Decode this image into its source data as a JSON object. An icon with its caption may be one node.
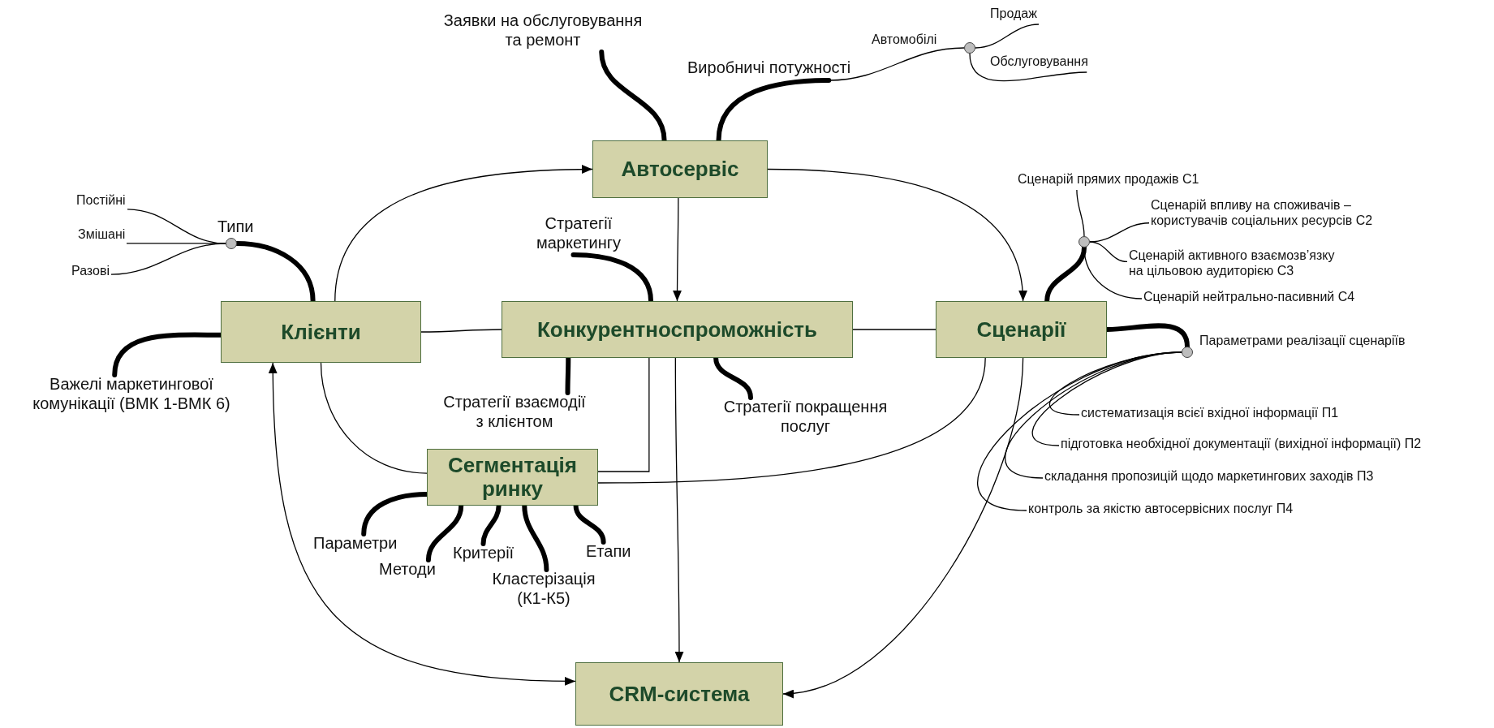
{
  "diagram": {
    "nodes": [
      {
        "text": [
          "Заявки на обслуговування та ремонт"
        ]
      },
      {
        "text": [
          "Виробничі потужності"
        ]
      },
      {
        "text": [],
        "shape": "circle",
        "beside": [
          "Автомобілі"
        ]
      },
      {
        "text": [
          "Продаж"
        ]
      },
      {
        "text": [
          "Обслуговування"
        ]
      },
      {
        "text": [
          "Автосервіс"
        ]
      },
      {
        "text": [
          "Постійні"
        ]
      },
      {
        "text": [
          "Змішані"
        ]
      },
      {
        "text": [
          "Разові"
        ]
      },
      {
        "text": [],
        "shape": "circle",
        "beside": [
          "Типи"
        ]
      },
      {
        "text": [
          "Стратегії маркетингу"
        ]
      },
      {
        "text": [
          "Сценарій прямих продажів С1"
        ]
      },
      {
        "text": [
          "Сценарій впливу на споживачів – користувачів соціальних ресурсів С2"
        ]
      },
      {
        "text": [
          "Сценарій активного взаємозв’язку на цільовою аудиторією С3"
        ]
      },
      {
        "text": [
          "Сценарій нейтрально-пасивний С4"
        ]
      },
      {
        "text": [],
        "shape": "circle"
      },
      {
        "text": [
          "Клієнти"
        ]
      },
      {
        "text": [
          "Конкурентноспроможність"
        ]
      },
      {
        "text": [
          "Сценарії"
        ]
      },
      {
        "text": [
          "Важелі маркетингової комунікації (ВМК 1-ВМК 6)"
        ]
      },
      {
        "text": [],
        "shape": "circle",
        "beside": [
          "Параметрами реалізації сценаріїв"
        ]
      },
      {
        "text": [
          "Стратегії взаємодії з клієнтом"
        ]
      },
      {
        "text": [
          "Стратегії покращення послуг"
        ]
      },
      {
        "text": [
          "систематизація всієї вхідної інформації П1"
        ]
      },
      {
        "text": [
          "підготовка необхідної документації (вихідної інформації) П2"
        ]
      },
      {
        "text": [
          "складання пропозицій щодо маркетингових заходів П3"
        ]
      },
      {
        "text": [
          "контроль за якістю автосервісних послуг П4"
        ]
      },
      {
        "text": [
          "Сегментація ринку"
        ]
      },
      {
        "text": [
          "Параметри"
        ]
      },
      {
        "text": [
          "Методи"
        ]
      },
      {
        "text": [
          "Критерії"
        ]
      },
      {
        "text": [
          "Кластерізація (К1-К5)"
        ]
      },
      {
        "text": [
          "Етапи"
        ]
      },
      {
        "text": [
          "CRM-система"
        ]
      }
    ],
    "edges": [
      {
        "from": 0,
        "to": 5,
        "arrow": "none",
        "style": "thick"
      },
      {
        "from": 1,
        "to": 5,
        "arrow": "none",
        "style": "thick"
      },
      {
        "from": 2,
        "to": 1,
        "arrow": "none"
      },
      {
        "from": 3,
        "to": 2,
        "arrow": "none"
      },
      {
        "from": 4,
        "to": 2,
        "arrow": "none"
      },
      {
        "from": 16,
        "to": 5,
        "arrow": "to"
      },
      {
        "from": 5,
        "to": 17,
        "arrow": "to"
      },
      {
        "from": 5,
        "to": 18,
        "arrow": "to"
      },
      {
        "from": 6,
        "to": 9,
        "arrow": "none"
      },
      {
        "from": 7,
        "to": 9,
        "arrow": "none"
      },
      {
        "from": 8,
        "to": 9,
        "arrow": "none"
      },
      {
        "from": 9,
        "to": 16,
        "arrow": "none",
        "style": "thick"
      },
      {
        "from": 10,
        "to": 17,
        "arrow": "none",
        "style": "thick"
      },
      {
        "from": 11,
        "to": 15,
        "arrow": "none"
      },
      {
        "from": 12,
        "to": 15,
        "arrow": "none"
      },
      {
        "from": 13,
        "to": 15,
        "arrow": "none"
      },
      {
        "from": 14,
        "to": 15,
        "arrow": "none"
      },
      {
        "from": 15,
        "to": 18,
        "arrow": "none",
        "style": "thick"
      },
      {
        "from": 16,
        "to": 17,
        "arrow": "none"
      },
      {
        "from": 17,
        "to": 18,
        "arrow": "none"
      },
      {
        "from": 19,
        "to": 16,
        "arrow": "none",
        "style": "thick"
      },
      {
        "from": 20,
        "to": 18,
        "arrow": "none",
        "style": "thick"
      },
      {
        "from": 21,
        "to": 17,
        "arrow": "none",
        "style": "thick"
      },
      {
        "from": 22,
        "to": 17,
        "arrow": "none",
        "style": "thick"
      },
      {
        "from": 23,
        "to": 20,
        "arrow": "none"
      },
      {
        "from": 24,
        "to": 20,
        "arrow": "none"
      },
      {
        "from": 25,
        "to": 20,
        "arrow": "none"
      },
      {
        "from": 26,
        "to": 20,
        "arrow": "none"
      },
      {
        "from": 16,
        "to": 27,
        "arrow": "none"
      },
      {
        "from": 17,
        "to": 27,
        "arrow": "none"
      },
      {
        "from": 18,
        "to": 27,
        "arrow": "none"
      },
      {
        "from": 28,
        "to": 27,
        "arrow": "none",
        "style": "thick"
      },
      {
        "from": 29,
        "to": 27,
        "arrow": "none",
        "style": "thick"
      },
      {
        "from": 30,
        "to": 27,
        "arrow": "none",
        "style": "thick"
      },
      {
        "from": 31,
        "to": 27,
        "arrow": "none",
        "style": "thick"
      },
      {
        "from": 32,
        "to": 27,
        "arrow": "none",
        "style": "thick"
      },
      {
        "from": 17,
        "to": 33,
        "arrow": "to"
      },
      {
        "from": 18,
        "to": 33,
        "arrow": "to"
      },
      {
        "from": 16,
        "to": 33,
        "arrow": "both"
      }
    ]
  }
}
